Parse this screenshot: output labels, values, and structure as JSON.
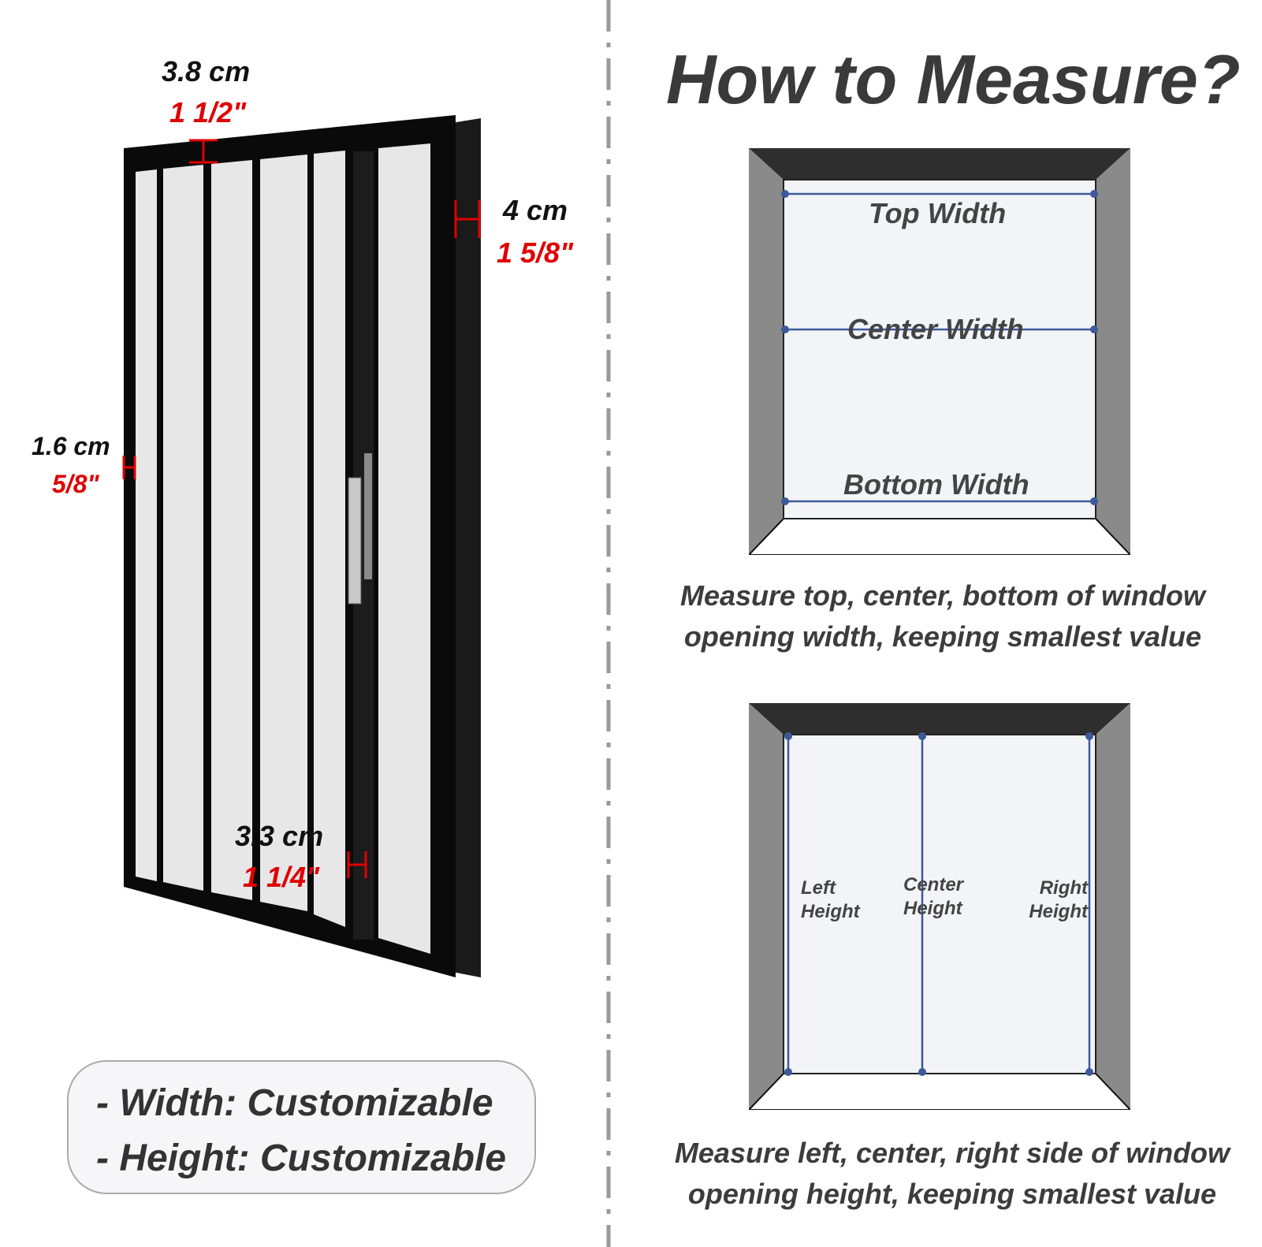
{
  "door": {
    "top_cm": "3.8 cm",
    "top_in": "1 1/2\"",
    "side_cm": "4 cm",
    "side_in": "1 5/8\"",
    "left_cm": "1.6 cm",
    "left_in": "5/8\"",
    "bottom_cm": "3.3 cm",
    "bottom_in": "1 1/4\""
  },
  "specs": {
    "width": "- Width: Customizable",
    "height": "- Height: Customizable"
  },
  "title": "How to Measure?",
  "width_diagram": {
    "top": "Top Width",
    "center": "Center Width",
    "bottom": "Bottom Width",
    "caption_line1": "Measure top, center, bottom of window",
    "caption_line2": "opening width, keeping smallest value"
  },
  "height_diagram": {
    "left_1": "Left",
    "left_2": "Height",
    "center_1": "Center",
    "center_2": "Height",
    "right_1": "Right",
    "right_2": "Height",
    "caption_line1": "Measure left, center, right side of window",
    "caption_line2": "opening height, keeping smallest value"
  },
  "colors": {
    "frame": "#0a0a0a",
    "dimension_red": "#e00000",
    "measure_line": "#3d5a99",
    "window_dark": "#2e2e2e",
    "window_side": "#8a8a8a",
    "window_inner": "#f3f4f8"
  }
}
